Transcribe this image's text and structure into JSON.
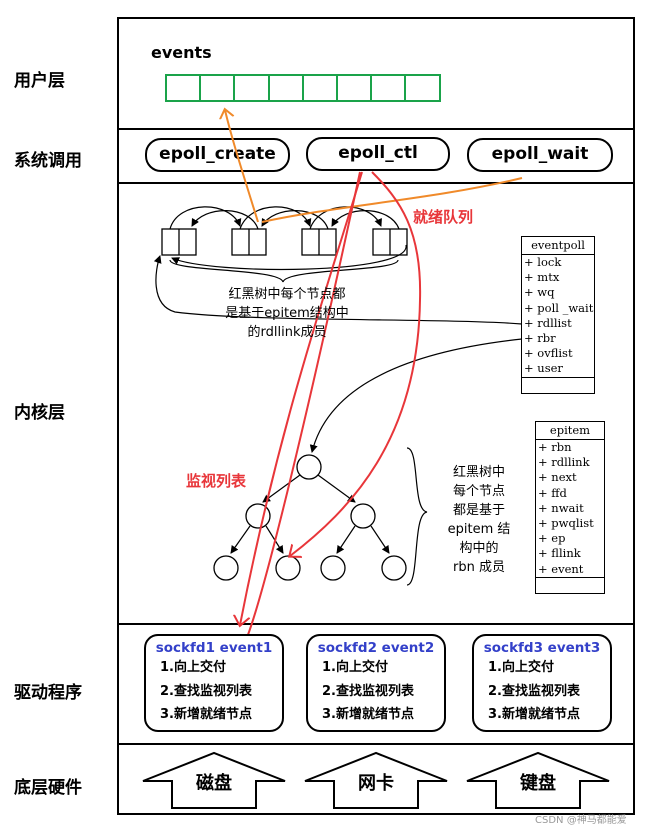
{
  "layers": {
    "user": "用户层",
    "syscall": "系统调用",
    "kernel": "内核层",
    "driver": "驱动程序",
    "hardware": "底层硬件"
  },
  "events_label": "events",
  "syscalls": {
    "create": "epoll_create",
    "ctl": "epoll_ctl",
    "wait": "epoll_wait"
  },
  "ready_list_label": "就绪队列",
  "monitor_list_label": "监视列表",
  "rb_note_top": {
    "line1": "红黑树中每个节点都",
    "line2": "是基于epitem结构中",
    "line3": "的rdllink成员"
  },
  "rb_note_right": {
    "line1": "红黑树中",
    "line2": "每个节点",
    "line3": "都是基于",
    "line4": "epitem 结",
    "line5": "构中的",
    "line6": "rbn 成员"
  },
  "eventpoll": {
    "title": "eventpoll",
    "fields": [
      "+ lock",
      "+ mtx",
      "+ wq",
      "+ poll _wait",
      "+ rdllist",
      "+ rbr",
      "+ ovflist",
      "+ user"
    ]
  },
  "epitem": {
    "title": "epitem",
    "fields": [
      "+ rbn",
      "+ rdllink",
      "+ next",
      "+ ffd",
      "+ nwait",
      "+ pwqlist",
      "+ ep",
      "+ fllink",
      "+ event"
    ]
  },
  "drivers": [
    {
      "title": "sockfd1 event1",
      "steps": [
        "1.向上交付",
        "2.查找监视列表",
        "3.新增就绪节点"
      ]
    },
    {
      "title": "sockfd2 event2",
      "steps": [
        "1.向上交付",
        "2.查找监视列表",
        "3.新增就绪节点"
      ]
    },
    {
      "title": "sockfd3 event3",
      "steps": [
        "1.向上交付",
        "2.查找监视列表",
        "3.新增就绪节点"
      ]
    }
  ],
  "hardware": [
    "磁盘",
    "网卡",
    "键盘"
  ],
  "watermark": "CSDN @神马都能爱",
  "colors": {
    "events_cells": "#1aa34a",
    "orange_arrow": "#f08a2a",
    "red_arrow": "#e8363a",
    "driver_title": "#3340c9"
  }
}
